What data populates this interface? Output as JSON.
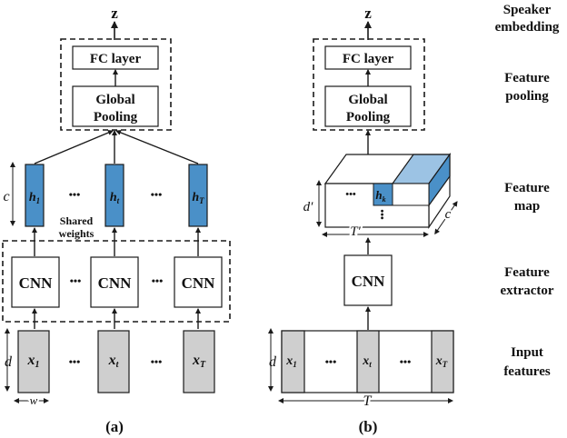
{
  "colors": {
    "blue": "#4a90c8",
    "blue_light": "#9cc3e4",
    "gray": "#cfcfcf",
    "stroke": "#1a1a1a"
  },
  "panel_a": {
    "output": "z",
    "fc_label": "FC layer",
    "pool_line1": "Global",
    "pool_line2": "Pooling",
    "dim_c": "c",
    "h_labels": [
      {
        "base": "h",
        "sub": "1"
      },
      {
        "base": "h",
        "sub": "t"
      },
      {
        "base": "h",
        "sub": "T"
      }
    ],
    "ellipsis": "•••",
    "shared_line1": "Shared",
    "shared_line2": "weights",
    "cnn_label": "CNN",
    "dim_d": "d",
    "x_labels": [
      {
        "base": "x",
        "sub": "1"
      },
      {
        "base": "x",
        "sub": "t"
      },
      {
        "base": "x",
        "sub": "T"
      }
    ],
    "dim_w": "w",
    "caption": "(a)"
  },
  "panel_b": {
    "output": "z",
    "fc_label": "FC layer",
    "pool_line1": "Global",
    "pool_line2": "Pooling",
    "dim_d_prime": "d′",
    "dim_t_prime": "T′",
    "dim_c": "c",
    "h_label": {
      "base": "h",
      "sub": "k"
    },
    "cnn_label": "CNN",
    "dim_d": "d",
    "x_labels": [
      {
        "base": "x",
        "sub": "1"
      },
      {
        "base": "x",
        "sub": "t"
      },
      {
        "base": "x",
        "sub": "T"
      }
    ],
    "ellipsis": "•••",
    "dim_t": "T",
    "caption": "(b)"
  },
  "row_labels": [
    {
      "line1": "Speaker",
      "line2": "embedding"
    },
    {
      "line1": "Feature",
      "line2": "pooling"
    },
    {
      "line1": "Feature",
      "line2": "map"
    },
    {
      "line1": "Feature",
      "line2": "extractor"
    },
    {
      "line1": "Input",
      "line2": "features"
    }
  ]
}
